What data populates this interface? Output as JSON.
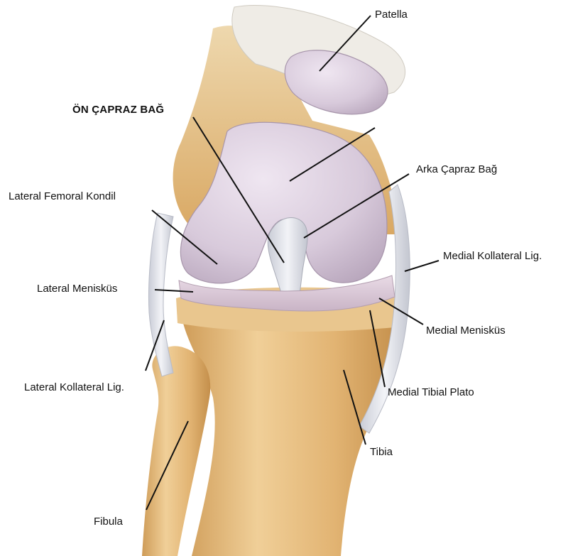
{
  "labels": {
    "patella": "Patella",
    "on_capraz_bag": "ÖN ÇAPRAZ BAĞ",
    "arka_capraz_bag": "Arka Çapraz Bağ",
    "lateral_femoral_kondil": "Lateral Femoral Kondil",
    "medial_kollateral_lig": "Medial Kollateral Lig.",
    "lateral_menisks": "Lateral Menisküs",
    "medial_menisks": "Medial Menisküs",
    "lateral_kollateral_lig": "Lateral Kollateral Lig.",
    "medial_tibial_plato": "Medial Tibial Plato",
    "tibia": "Tibia",
    "fibula": "Fibula"
  },
  "colors": {
    "bone": "#e6bd7c",
    "bone_shadow": "#c99a55",
    "cartilage": "#dcd0de",
    "cartilage_shadow": "#b8a8bc",
    "ligament": "#d9dce4",
    "leader_line": "#111111"
  }
}
